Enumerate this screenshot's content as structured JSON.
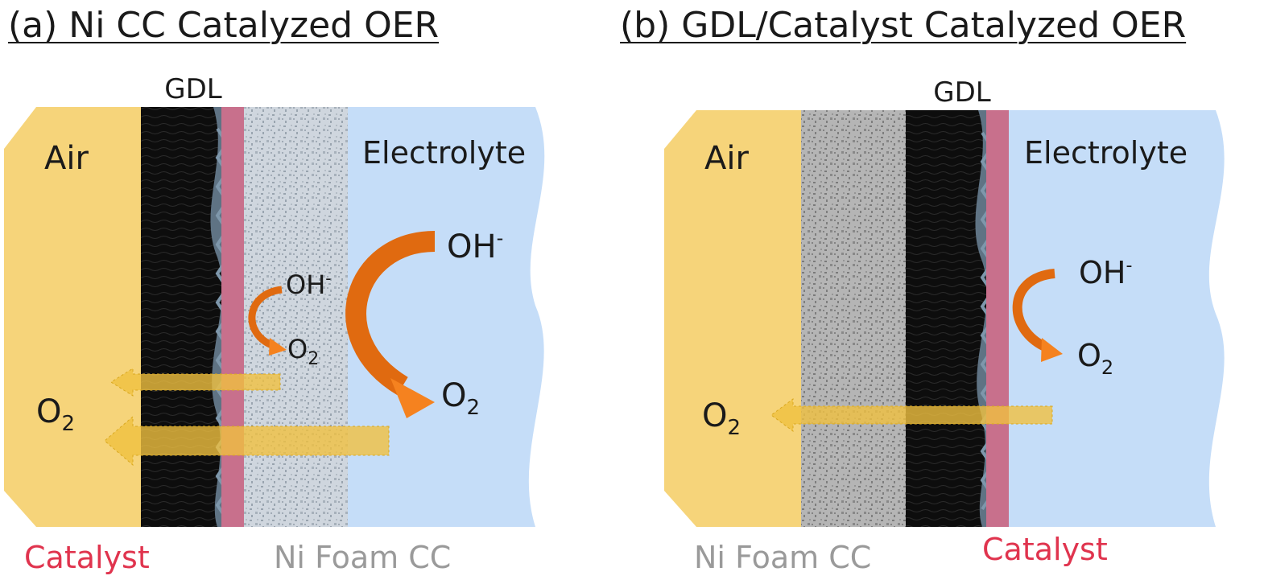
{
  "panel_a": {
    "title": "(a) Ni CC Catalyzed OER",
    "gdl": "GDL",
    "air": "Air",
    "electrolyte": "Electrolyte",
    "oh": "OH",
    "o2": "O",
    "o2_sub": "2",
    "catalyst": "Catalyst",
    "ni_foam": "Ni Foam CC"
  },
  "panel_b": {
    "title": "(b) GDL/Catalyst Catalyzed OER",
    "gdl": "GDL",
    "air": "Air",
    "electrolyte": "Electrolyte",
    "oh": "OH",
    "o2": "O",
    "o2_sub": "2",
    "catalyst": "Catalyst",
    "ni_foam": "Ni Foam CC"
  },
  "superscript_minus": "-",
  "colors": {
    "air": "#f6d47a",
    "electrolyte": "#c5ddf8",
    "gdl": "#0d0d0d",
    "catalyst_layer": "#c8708c",
    "catalyst_label": "#e0344e",
    "ni_foam_label": "#9a9a9a",
    "arrow_orange": "#f5821f",
    "arrow_gold": "#f0c040"
  }
}
